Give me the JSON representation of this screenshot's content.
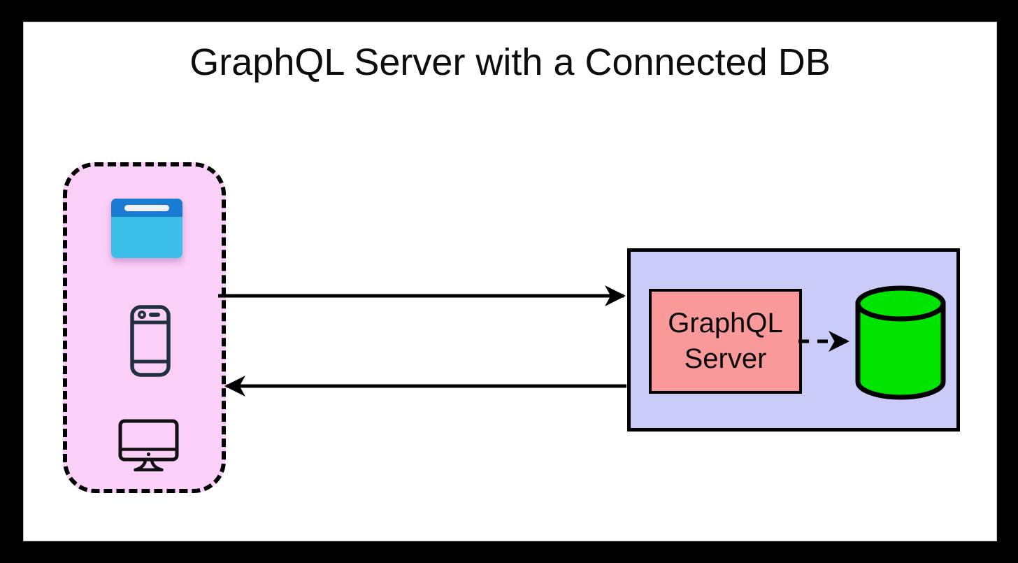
{
  "diagram": {
    "title": "GraphQL Server with a Connected DB",
    "client_group": {
      "icons": [
        {
          "name": "browser-icon"
        },
        {
          "name": "smartphone-icon"
        },
        {
          "name": "desktop-computer-icon"
        }
      ]
    },
    "server_group": {
      "server_label": "GraphQL Server",
      "database_icon": "database-cylinder-icon"
    },
    "edges": [
      {
        "id": "request-arrow",
        "from": "clients",
        "to": "graphql-server",
        "line": "solid"
      },
      {
        "id": "response-arrow",
        "from": "graphql-server",
        "to": "clients",
        "line": "solid"
      },
      {
        "id": "db-query-arrow",
        "from": "graphql-server",
        "to": "database",
        "line": "dashed"
      }
    ]
  },
  "colors": {
    "frame": "#000000",
    "canvas": "#ffffff",
    "client_zone_fill": "#fbd0f8",
    "server_zone_fill": "#cbcbf8",
    "server_box_fill": "#fa9999",
    "database_fill": "#00e400",
    "browser_top_bar": "#197bd2",
    "browser_body": "#3cc0ea",
    "browser_address_bar": "#f2f2f2",
    "phone_stroke": "#223140",
    "desktop_stroke": "#111111",
    "line": "#000000"
  }
}
